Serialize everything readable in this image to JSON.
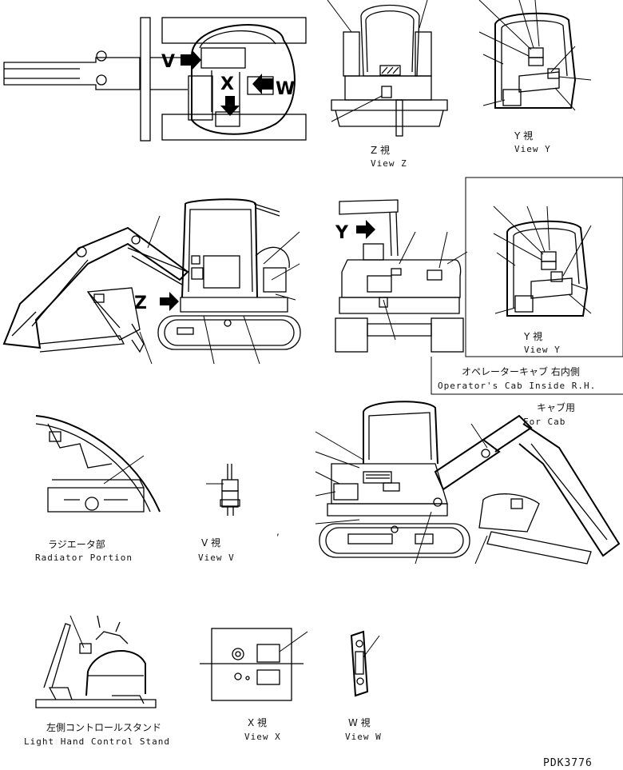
{
  "view_z": {
    "jp": "Z 視",
    "en": "View Z"
  },
  "view_y_top": {
    "jp": "Y 視",
    "en": "View Y"
  },
  "view_y_inset": {
    "jp": "Y 視",
    "en": "View Y"
  },
  "inset_caption": {
    "jp": "オペレーターキャブ 右内側",
    "en": "Operator's Cab Inside R.H."
  },
  "for_cab": {
    "jp": "キャブ用",
    "en": "For Cab"
  },
  "radiator": {
    "jp": "ラジエータ部",
    "en": "Radiator Portion"
  },
  "view_v": {
    "jp": "V 視",
    "en": "View V"
  },
  "control_stand": {
    "jp": "左側コントロールスタンド",
    "en": "Light Hand Control Stand"
  },
  "view_x": {
    "jp": "X 視",
    "en": "View X"
  },
  "view_w": {
    "jp": "W 視",
    "en": "View W"
  },
  "drawing_no": "PDK3776",
  "arrows": {
    "v": "V",
    "x": "X",
    "w": "W",
    "z": "Z",
    "y": "Y"
  },
  "stray_mark": ","
}
